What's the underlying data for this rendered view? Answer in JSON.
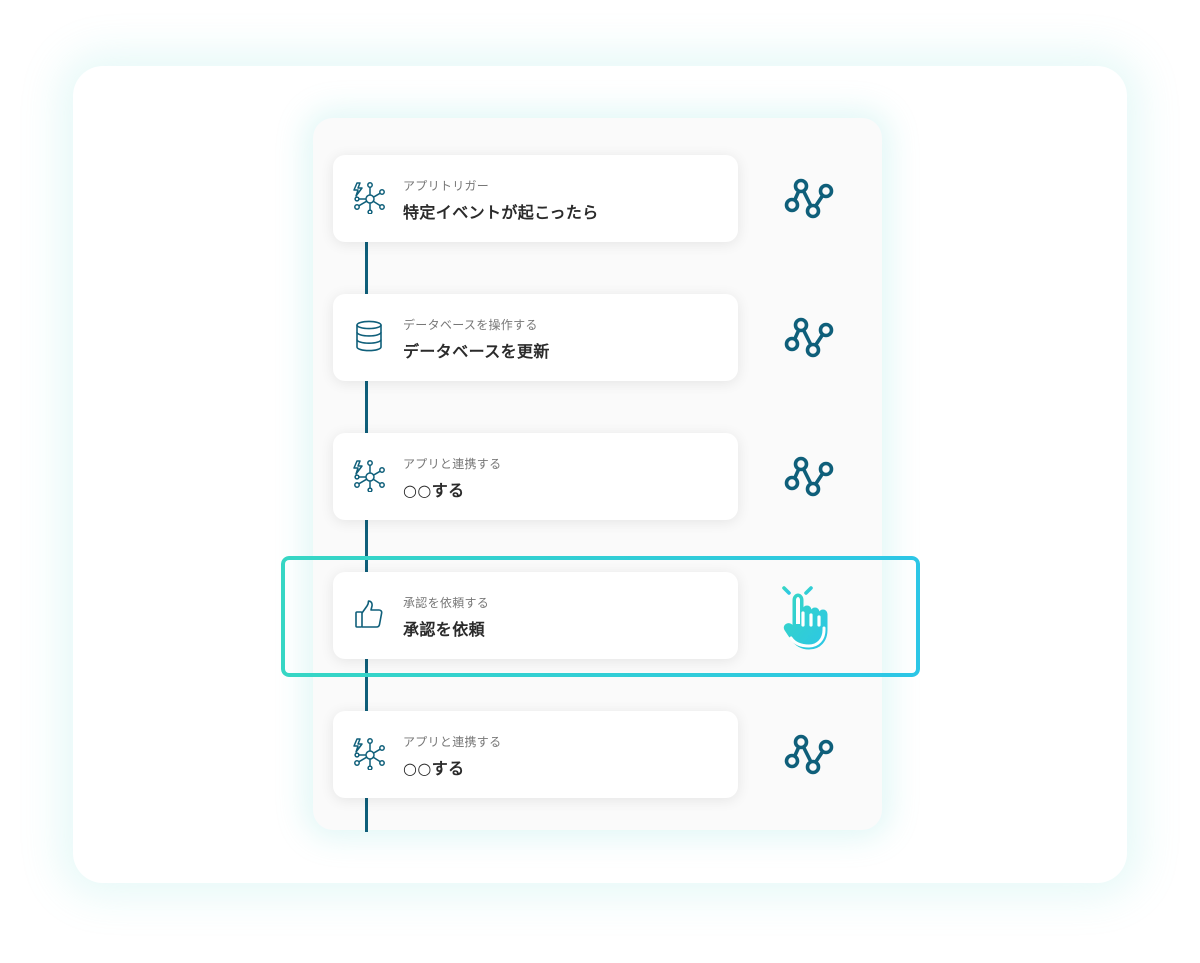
{
  "colors": {
    "accent_dark": "#0f5f7a",
    "highlight_start": "#36d6c4",
    "highlight_end": "#2cc6e6"
  },
  "steps": [
    {
      "icon": "app-network-icon",
      "subtitle": "アプリトリガー",
      "title": "特定イベントが起こったら"
    },
    {
      "icon": "database-icon",
      "subtitle": "データベースを操作する",
      "title": "データベースを更新"
    },
    {
      "icon": "app-network-icon",
      "subtitle": "アプリと連携する",
      "title": "○○する"
    },
    {
      "icon": "thumbs-up-icon",
      "subtitle": "承認を依頼する",
      "title": "承認を依頼",
      "highlighted": true
    },
    {
      "icon": "app-network-icon",
      "subtitle": "アプリと連携する",
      "title": "○○する"
    }
  ],
  "side_icons": [
    "flow-node-icon",
    "flow-node-icon",
    "flow-node-icon",
    "tap-pointer-icon",
    "flow-node-icon"
  ]
}
